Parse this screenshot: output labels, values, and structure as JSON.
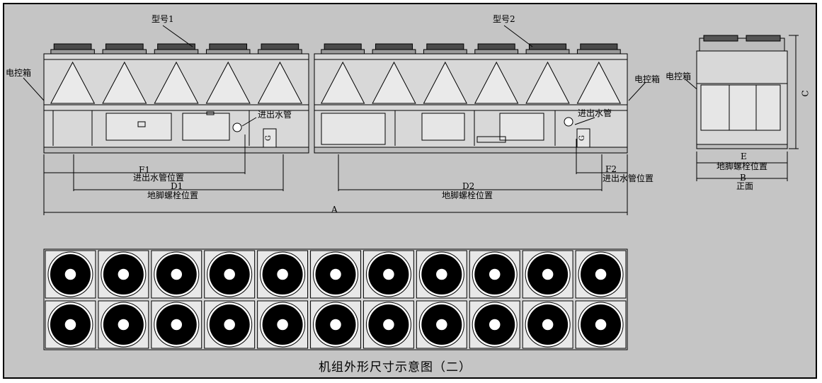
{
  "labels": {
    "model1": "型号1",
    "model2": "型号2",
    "control_box_left": "电控箱",
    "control_box_mid": "电控箱",
    "control_box_front": "电控箱",
    "pipe_left": "进出水管",
    "pipe_right": "进出水管",
    "dim_f1": "F1",
    "dim_f1_text": "进出水管位置",
    "dim_d1": "D1",
    "dim_d1_text": "地脚螺栓位置",
    "dim_d2": "D2",
    "dim_d2_text": "地脚螺栓位置",
    "dim_f2": "F2",
    "dim_f2_text": "进出水管位置",
    "dim_a": "A",
    "dim_e": "E",
    "dim_e_text": "地脚螺栓位置",
    "dim_b": "B",
    "dim_b_text": "正面",
    "dim_c": "C",
    "dim_g_left": "G",
    "dim_g_right": "G"
  },
  "caption": "机组外形尺寸示意图（二）",
  "fan_grid": {
    "columns": 11,
    "rows": 2
  }
}
